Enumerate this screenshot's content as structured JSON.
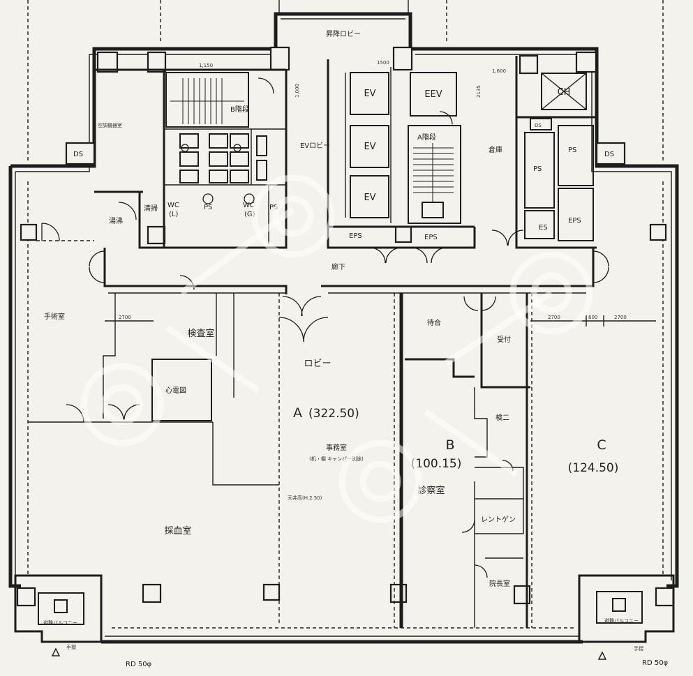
{
  "rooms": {
    "elevator_hall": "昇降ロビー",
    "ev1": "EV",
    "ev2": "EV",
    "ev3": "EV",
    "eev": "EEV",
    "ev_lobby": "EVロビー",
    "stair_b": "B階段",
    "stair_a": "A階段",
    "wc_l": "WC",
    "wc_l_sub": "(L)",
    "wc_g": "WC",
    "wc_g_sub": "(G)",
    "ps_wc1": "PS",
    "ps_wc2": "PS",
    "eps1": "EPS",
    "eps2": "EPS",
    "eps3": "EPS",
    "ps1": "PS",
    "ps2": "PS",
    "es": "ES",
    "ch": "CH",
    "ds_left": "DS",
    "ds_right": "DS",
    "ds_small": "DS",
    "corridor": "廊下",
    "storage": "倉庫",
    "kitchenette": "湯沸",
    "janitor": "清掃",
    "waiting_left": "手術室",
    "exam_room_top": "検査室",
    "ecg": "心電図",
    "lobby": "ロビー",
    "waiting_center": "待合",
    "reception": "受付",
    "exam2": "検二",
    "consult": "診察室",
    "xray": "レントゲン",
    "director": "院長室",
    "blood": "採血室",
    "equipment_note": "空調機器室",
    "office_note": "事務室",
    "office_note_sub": "(机・棚 キャンパー別途)",
    "ceiling_note": "天井高(H.2.50)",
    "balcony_left": "避難バルコニー",
    "balcony_right": "避難バルコニー",
    "railing_left": "手摺",
    "railing_right": "手摺",
    "rd_left": "RD 50φ",
    "rd_right": "RD 50φ"
  },
  "tenants": {
    "a_letter": "A",
    "a_area": "(322.50)",
    "b_letter": "B",
    "b_area": "(100.15)",
    "c_letter": "C",
    "c_area": "(124.50)"
  },
  "dimensions": {
    "dim_2700_left": "2700",
    "dim_2700_right": "2700",
    "dim_600": "600",
    "dim_2700_far": "2700",
    "dim_1000": "1,000",
    "dim_2135": "2135",
    "dim_1500": "1500",
    "dim_top_small": "1,150",
    "dim_top_small2": "1,600"
  },
  "colors": {
    "ink": "#1d1d1d",
    "paper": "#f4f2ec",
    "watermark": "#ffffff"
  }
}
